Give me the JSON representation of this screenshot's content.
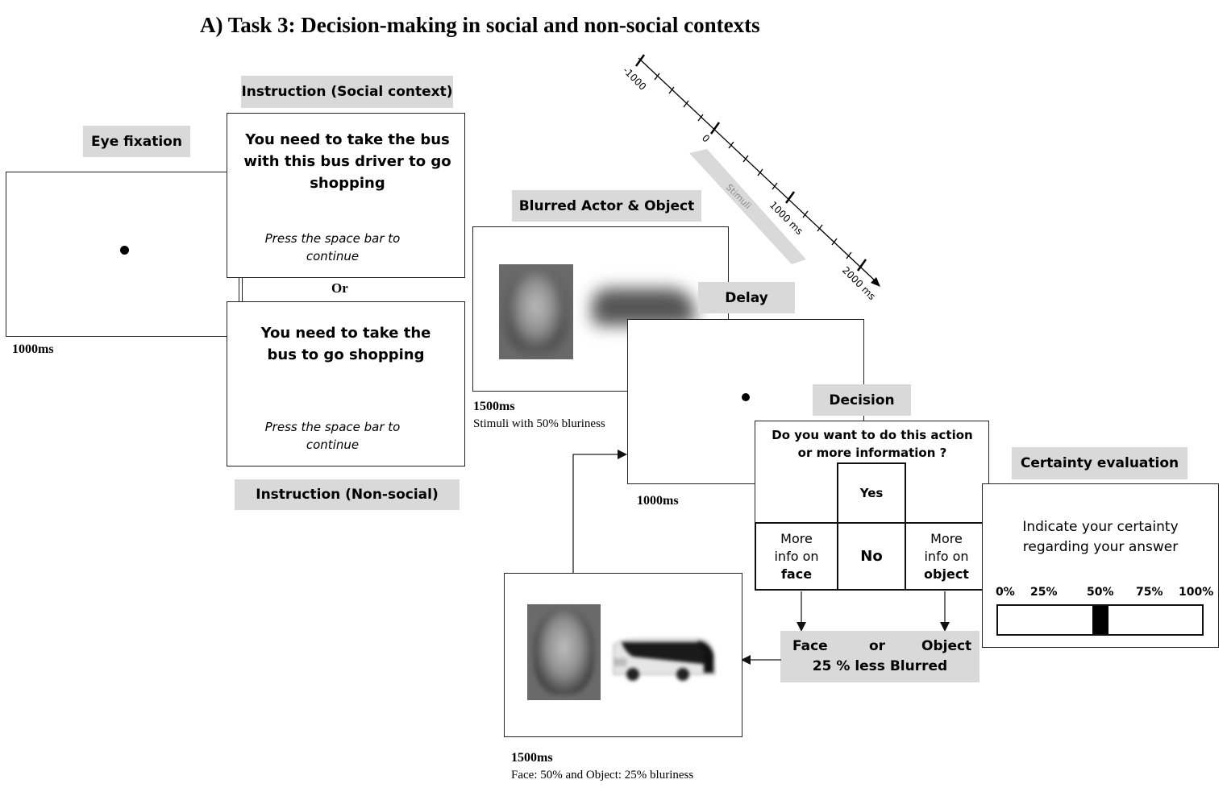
{
  "title": "A) Task 3: Decision-making in social and non-social contexts",
  "eye_fixation": {
    "label": "Eye fixation",
    "duration": "1000ms"
  },
  "instruction_social": {
    "label": "Instruction (Social context)",
    "text": "You need to take the bus with this bus driver to go shopping",
    "prompt": "Press the space bar to continue"
  },
  "or_label": "Or",
  "instruction_nonsocial": {
    "label": "Instruction (Non-social)",
    "text": "You need to take the bus to go shopping",
    "prompt": "Press the space bar to continue"
  },
  "blurred": {
    "label": "Blurred Actor & Object",
    "duration": "1500ms",
    "note": "Stimuli with 50% bluriness"
  },
  "delay": {
    "label": "Delay",
    "duration": "1000ms"
  },
  "decision": {
    "label": "Decision",
    "question": "Do you want to do this action or more information ?",
    "yes": "Yes",
    "no": "No",
    "more_info_face_1": "More",
    "more_info_face_2": "info on",
    "more_info_face_3": "face",
    "more_info_obj_1": "More",
    "more_info_obj_2": "info on",
    "more_info_obj_3": "object"
  },
  "less_blurred": {
    "face": "Face",
    "or": "or",
    "object": "Object",
    "text": "25 % less Blurred"
  },
  "result": {
    "duration": "1500ms",
    "note": "Face: 50% and Object: 25% bluriness"
  },
  "certainty": {
    "label": "Certainty evaluation",
    "text": "Indicate your certainty regarding your answer",
    "ticks": [
      "0%",
      "25%",
      "50%",
      "75%",
      "100%"
    ],
    "marker_value": 0.5
  },
  "timeline": {
    "ticks": [
      "-1000",
      "0",
      "1000 ms",
      "2000 ms"
    ],
    "band_label": "Stimuli"
  }
}
